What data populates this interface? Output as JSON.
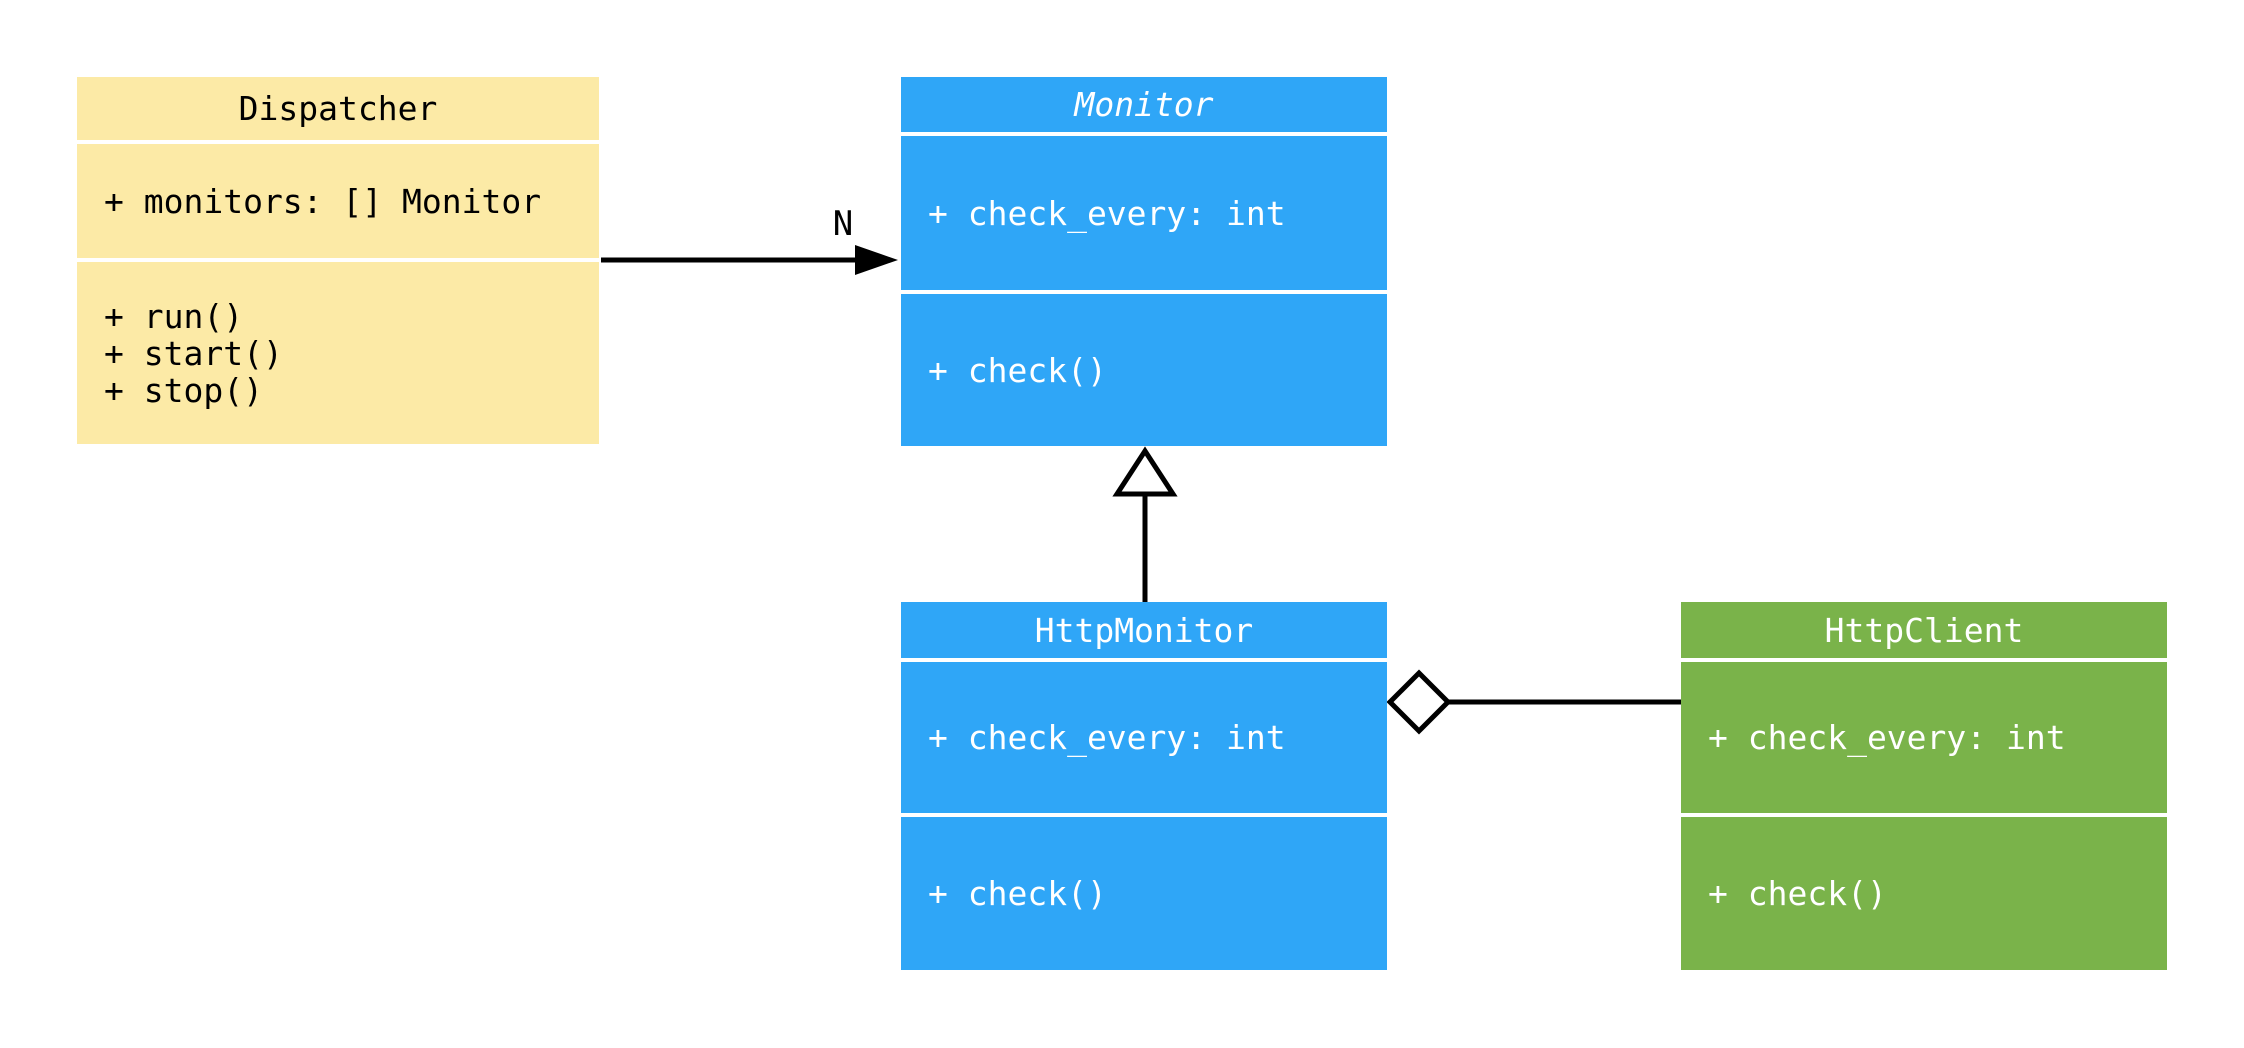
{
  "diagram": {
    "kind": "uml-class-diagram",
    "background": "#FFFFFF"
  },
  "colors": {
    "class_yellow": "#FCEAA6",
    "class_blue": "#2FA6F7",
    "class_green": "#7AB34A",
    "connector": "#000000",
    "text_on_dark": "#FFFFFF",
    "text_on_light": "#000000"
  },
  "classes": {
    "dispatcher": {
      "name": "Dispatcher",
      "abstract": false,
      "fill": "#FCEAA6",
      "attributes": [
        "+ monitors: [] Monitor"
      ],
      "methods": [
        "+ run()",
        "+ start()",
        "+ stop()"
      ]
    },
    "monitor": {
      "name": "Monitor",
      "abstract": true,
      "fill": "#2FA6F7",
      "attributes": [
        "+ check_every: int"
      ],
      "methods": [
        "+ check()"
      ]
    },
    "http_monitor": {
      "name": "HttpMonitor",
      "abstract": false,
      "fill": "#2FA6F7",
      "attributes": [
        "+ check_every: int"
      ],
      "methods": [
        "+ check()"
      ]
    },
    "http_client": {
      "name": "HttpClient",
      "abstract": false,
      "fill": "#7AB34A",
      "attributes": [
        "+ check_every: int"
      ],
      "methods": [
        "+ check()"
      ]
    }
  },
  "relationships": {
    "dispatcher_monitor": {
      "type": "directed-association",
      "from": "Dispatcher",
      "to": "Monitor",
      "multiplicity": "N"
    },
    "httpmonitor_monitor": {
      "type": "generalization",
      "from": "HttpMonitor",
      "to": "Monitor"
    },
    "httpmonitor_httpclient": {
      "type": "aggregation",
      "from": "HttpMonitor",
      "to": "HttpClient"
    }
  }
}
